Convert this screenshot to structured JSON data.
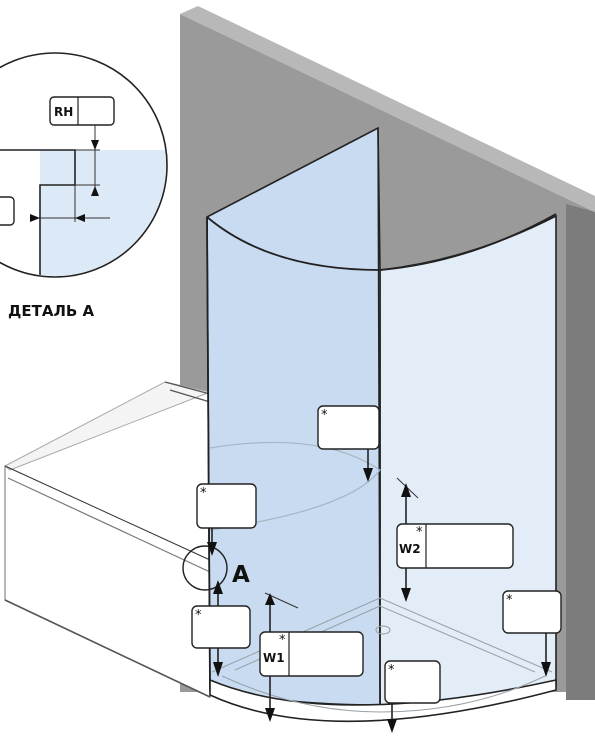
{
  "detail": {
    "title": "ДЕТАЛЬ А",
    "callout_letter": "A",
    "rh_label": "RH"
  },
  "dimensions": {
    "w1_label": "W1",
    "w2_label": "W2",
    "asterisk": "*"
  },
  "colors": {
    "wall": "#9a9a9a",
    "wall_dark": "#7c7c7c",
    "glass": "#dce9f6",
    "glass_side": "#bcd3ec",
    "tray": "#edf3f9",
    "outline": "#222222"
  }
}
